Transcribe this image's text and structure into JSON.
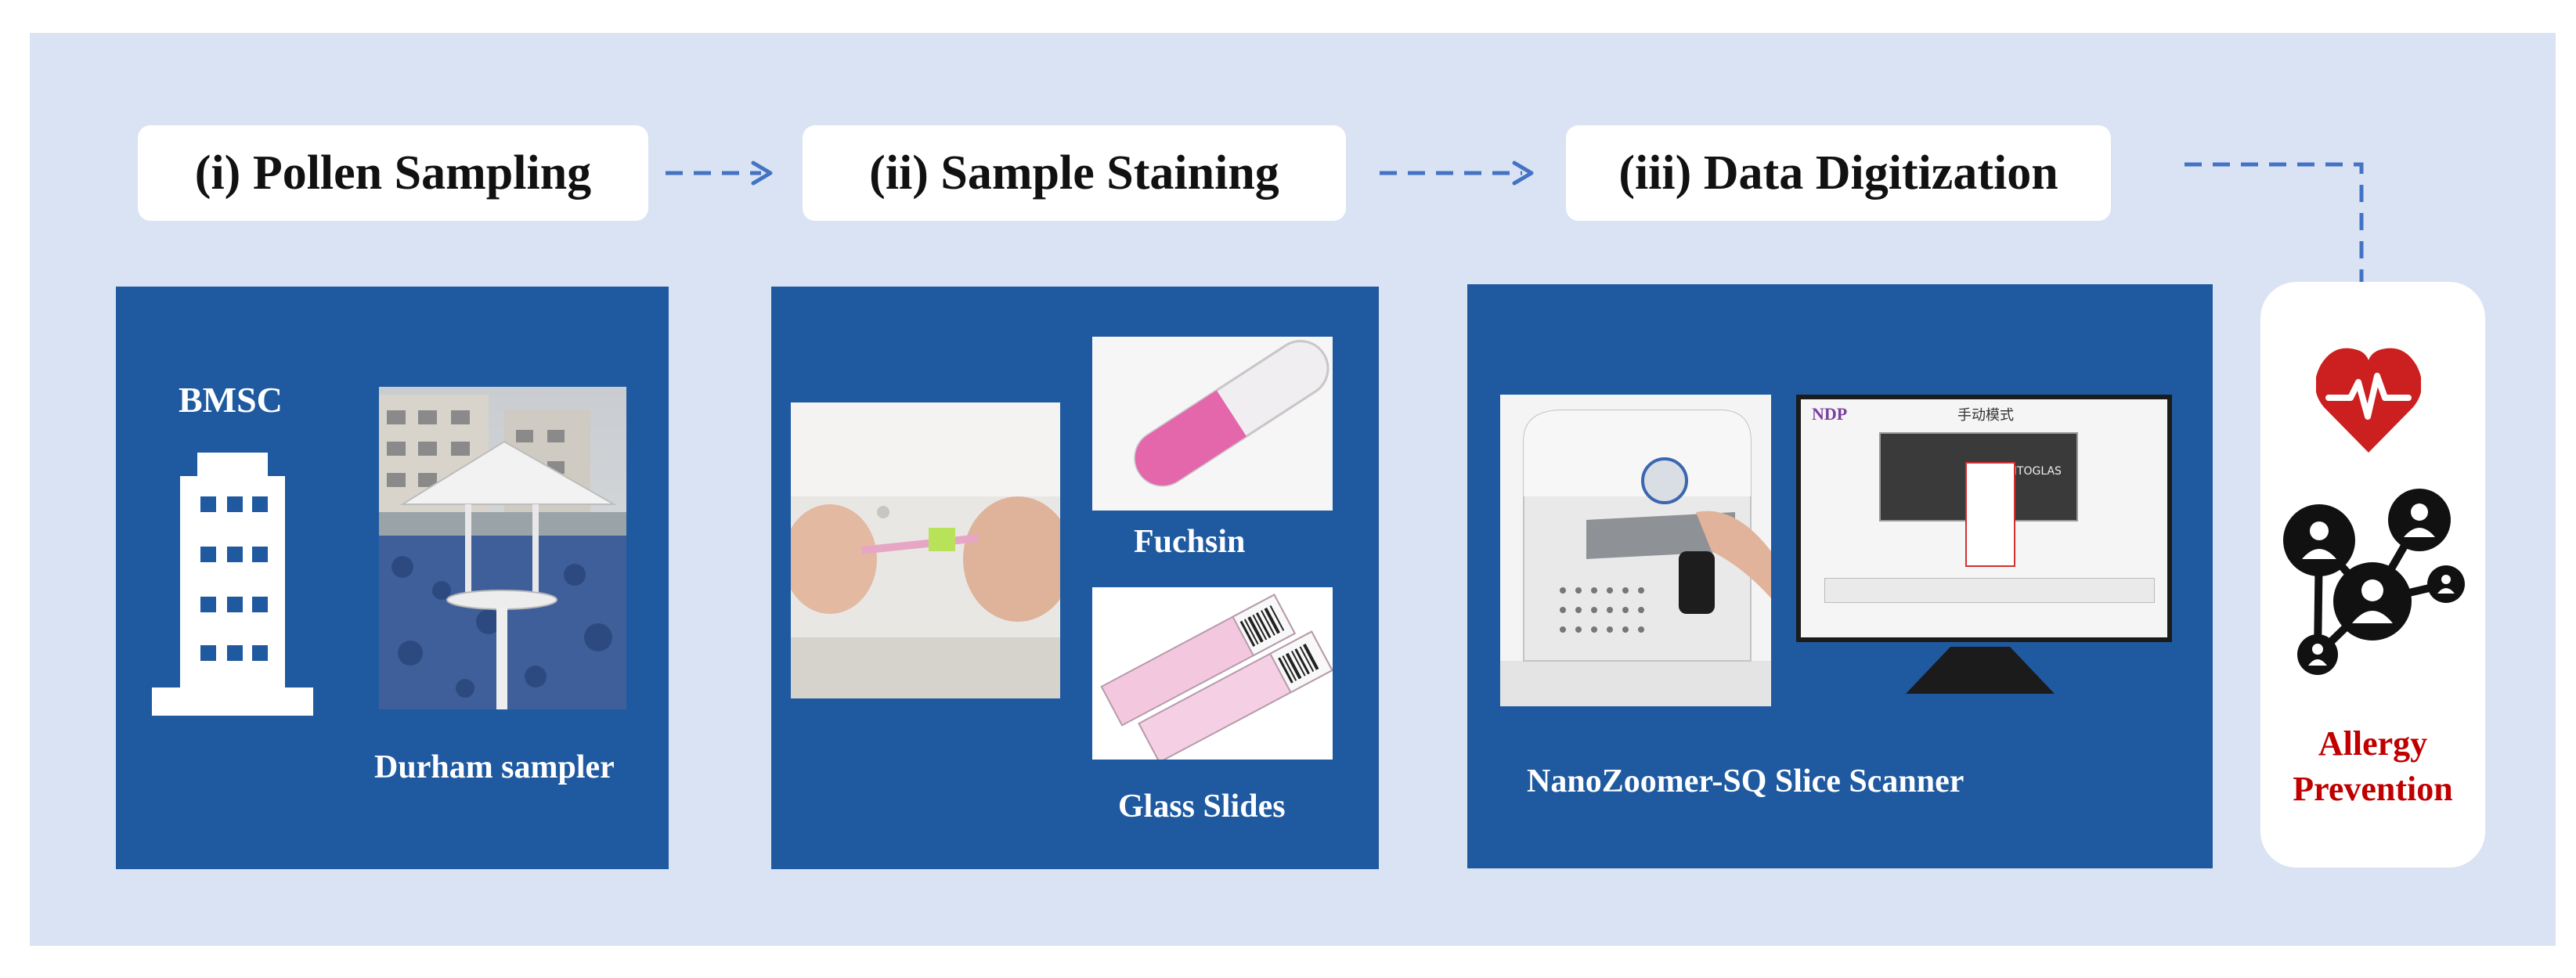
{
  "steps": [
    {
      "label": "(i) Pollen Sampling"
    },
    {
      "label": "(ii) Sample Staining"
    },
    {
      "label": "(iii) Data Digitization"
    }
  ],
  "panel1": {
    "building_label": "BMSC",
    "sampler_label": "Durham sampler"
  },
  "panel2": {
    "fuchsin_label": "Fuchsin",
    "slides_label": "Glass Slides"
  },
  "panel3": {
    "scanner_label": "NanoZoomer-SQ Slice Scanner",
    "screen_title": "手动模式",
    "screen_logo": "NDP",
    "slide_text": "CITOGLAS"
  },
  "outcome": {
    "line1": "Allergy",
    "line2": "Prevention"
  },
  "colors": {
    "background": "#dae3f3",
    "panel_blue": "#1f5aa0",
    "arrow_blue": "#4472c4",
    "outcome_red": "#c00000"
  },
  "icons": [
    "building-icon",
    "heart-pulse-icon",
    "people-network-icon"
  ]
}
